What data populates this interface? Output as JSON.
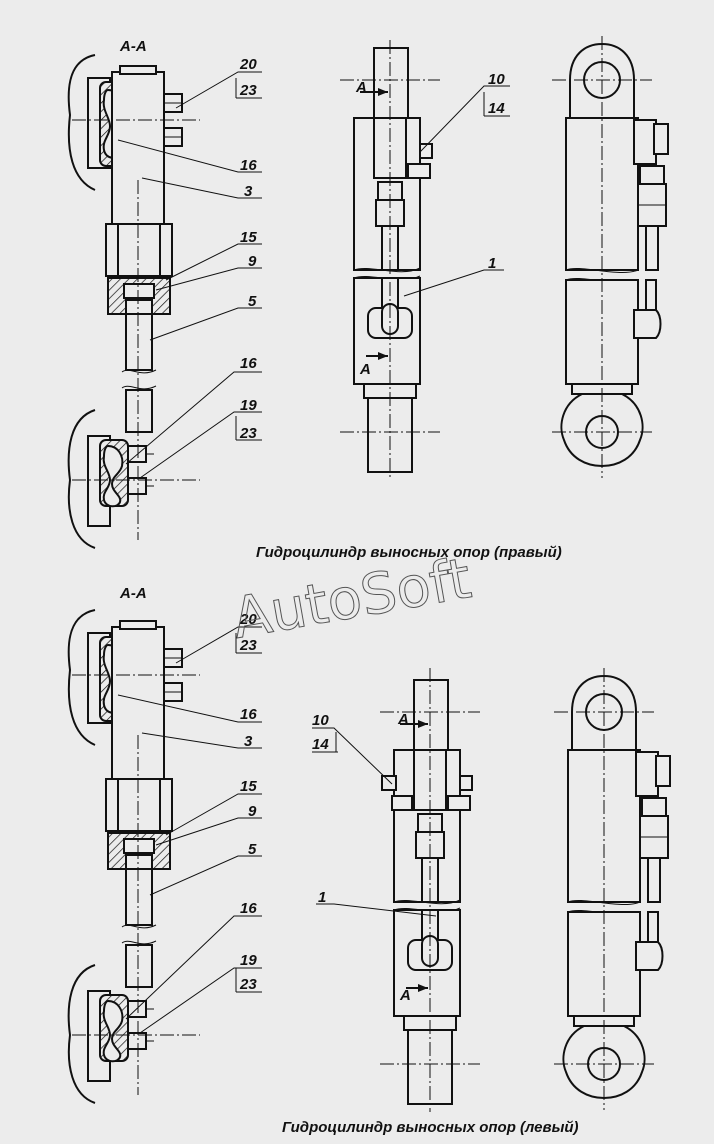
{
  "section_label": "A-A",
  "arrow_letter": "A",
  "captions": {
    "right": "Гидроцилиндр выносных опор (правый)",
    "left": "Гидроцилиндр выносных опор (левый)"
  },
  "watermark": "AutoSoft",
  "callouts": {
    "c20": "20",
    "c23a": "23",
    "c16a": "16",
    "c3": "3",
    "c15": "15",
    "c9": "9",
    "c5": "5",
    "c16b": "16",
    "c19": "19",
    "c23b": "23",
    "c10": "10",
    "c14": "14",
    "c1": "1"
  }
}
